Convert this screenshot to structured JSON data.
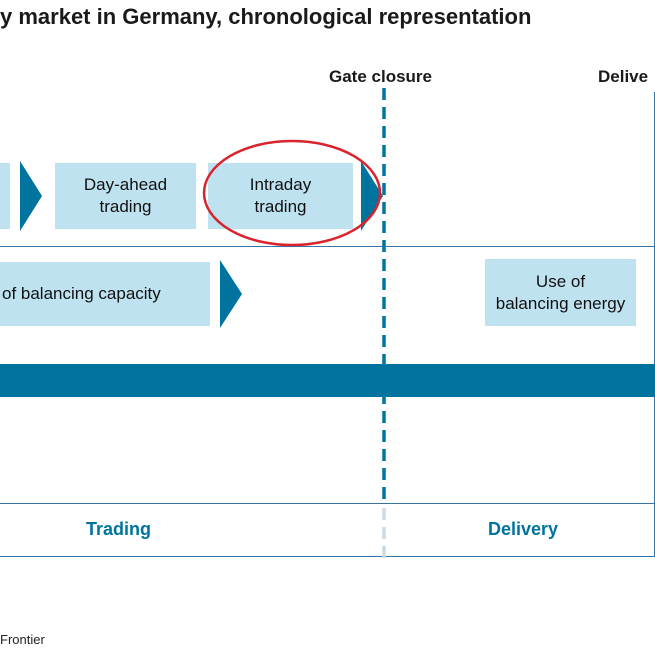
{
  "title": "y market in Germany, chronological representation",
  "headers": {
    "gate_closure": "Gate closure",
    "delivery": "Delive"
  },
  "row1": {
    "day_ahead": "Day-ahead\ntrading",
    "intraday": "Intraday\ntrading"
  },
  "row2": {
    "balancing_capacity": "of balancing capacity",
    "balancing_energy": "Use of\nbalancing energy"
  },
  "phases": {
    "trading": "Trading",
    "delivery": "Delivery"
  },
  "source": "Frontier",
  "colors": {
    "box_fill": "#bfe2f0",
    "arrow": "#00739e",
    "band": "#00739e",
    "divider": "#3a73a6",
    "highlight_ellipse": "#d9232d",
    "phase_label": "#00739e"
  }
}
